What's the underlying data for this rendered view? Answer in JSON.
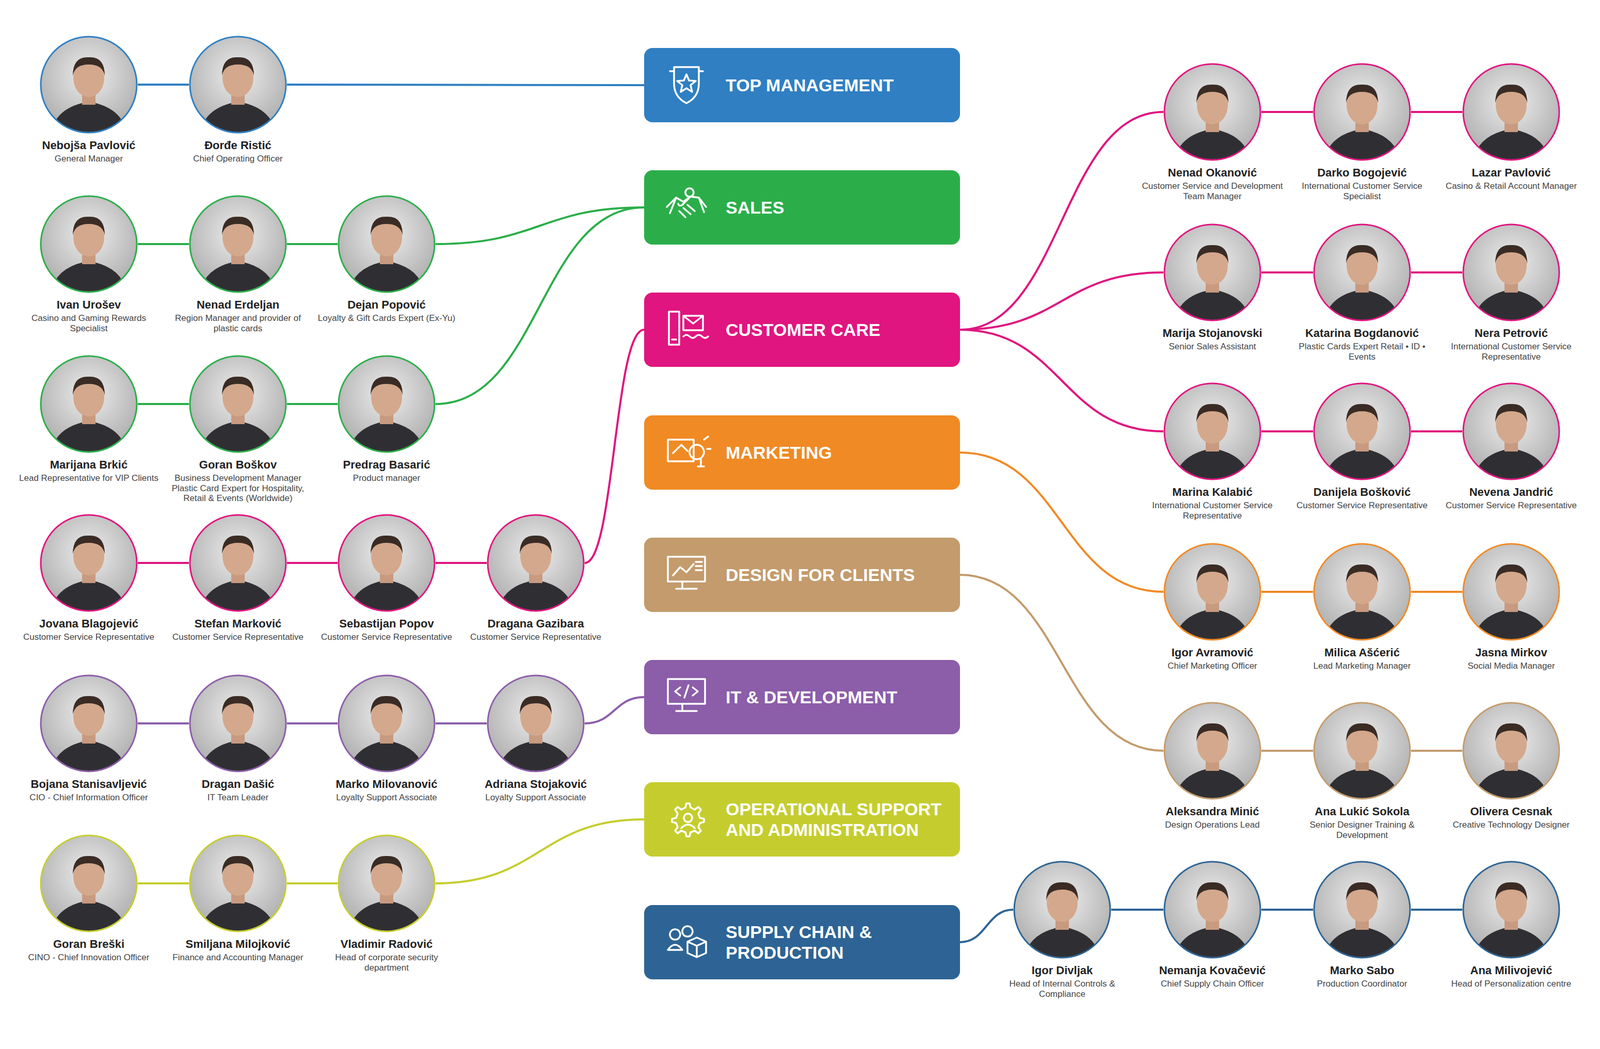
{
  "diagram": {
    "nodes": [
      {
        "text": [
          "TOP MANAGEMENT"
        ]
      },
      {
        "text": [
          "SALES"
        ]
      },
      {
        "text": [
          "CUSTOMER CARE"
        ]
      },
      {
        "text": [
          "MARKETING"
        ]
      },
      {
        "text": [
          "DESIGN FOR CLIENTS"
        ]
      },
      {
        "text": [
          "IT & DEVELOPMENT"
        ]
      },
      {
        "text": [
          "OPERATIONAL SUPPORT AND ADMINISTRATION"
        ]
      },
      {
        "text": [
          "SUPPLY CHAIN & PRODUCTION"
        ]
      },
      {
        "text": [
          "Nebojša Pavlović",
          "General Manager"
        ]
      },
      {
        "text": [
          "Đorđe Ristić",
          "Chief Operating Officer"
        ]
      },
      {
        "text": [
          "Ivan Urošev",
          "Casino and Gaming Rewards Specialist"
        ]
      },
      {
        "text": [
          "Nenad Erdeljan",
          "Region Manager and provider of plastic cards"
        ]
      },
      {
        "text": [
          "Dejan Popović",
          "Loyalty & Gift Cards Expert (Ex-Yu)"
        ]
      },
      {
        "text": [
          "Marijana Brkić",
          "Lead Representative for VIP Clients"
        ]
      },
      {
        "text": [
          "Goran Boškov",
          "Business Development Manager Plastic Card Expert for Hospitality, Retail & Events (Worldwide)"
        ]
      },
      {
        "text": [
          "Predrag Basarić",
          "Product manager"
        ]
      },
      {
        "text": [
          "Jovana Blagojević",
          "Customer Service Representative"
        ]
      },
      {
        "text": [
          "Stefan Marković",
          "Customer Service Representative"
        ]
      },
      {
        "text": [
          "Sebastijan Popov",
          "Customer Service Representative"
        ]
      },
      {
        "text": [
          "Dragana Gazibara",
          "Customer Service Representative"
        ]
      },
      {
        "text": [
          "Bojana Stanisavljević",
          "CIO - Chief Information Officer"
        ]
      },
      {
        "text": [
          "Dragan Dašić",
          "IT Team Leader"
        ]
      },
      {
        "text": [
          "Marko Milovanović",
          "Loyalty Support Associate"
        ]
      },
      {
        "text": [
          "Adriana Stojaković",
          "Loyalty Support Associate"
        ]
      },
      {
        "text": [
          "Goran Breški",
          "CINO - Chief Innovation Officer"
        ]
      },
      {
        "text": [
          "Smiljana Milojković",
          "Finance and Accounting Manager"
        ]
      },
      {
        "text": [
          "Vladimir Radović",
          "Head of corporate security department"
        ]
      },
      {
        "text": [
          "Nenad Okanović",
          "Customer Service and Development Team Manager"
        ]
      },
      {
        "text": [
          "Darko Bogojević",
          "International Customer Service Specialist"
        ]
      },
      {
        "text": [
          "Lazar Pavlović",
          "Casino & Retail Account Manager"
        ]
      },
      {
        "text": [
          "Marija Stojanovski",
          "Senior Sales Assistant"
        ]
      },
      {
        "text": [
          "Katarina Bogdanović",
          "Plastic Cards Expert Retail • ID • Events"
        ]
      },
      {
        "text": [
          "Nera Petrović",
          "International Customer Service Representative"
        ]
      },
      {
        "text": [
          "Marina Kalabić",
          "International Customer Service Representative"
        ]
      },
      {
        "text": [
          "Danijela Bošković",
          "Customer Service Representative"
        ]
      },
      {
        "text": [
          "Nevena Jandrić",
          "Customer Service Representative"
        ]
      },
      {
        "text": [
          "Igor Avramović",
          "Chief Marketing Officer"
        ]
      },
      {
        "text": [
          "Milica Ašćerić",
          "Lead Marketing Manager"
        ]
      },
      {
        "text": [
          "Jasna Mirkov",
          "Social Media Manager"
        ]
      },
      {
        "text": [
          "Aleksandra Minić",
          "Design Operations Lead"
        ]
      },
      {
        "text": [
          "Ana Lukić Sokola",
          "Senior Designer Training & Development"
        ]
      },
      {
        "text": [
          "Olivera Cesnak",
          "Creative Technology Designer"
        ]
      },
      {
        "text": [
          "Igor Divljak",
          "Head of Internal Controls & Compliance"
        ]
      },
      {
        "text": [
          "Nemanja Kovačević",
          "Chief Supply Chain Officer"
        ]
      },
      {
        "text": [
          "Marko Sabo",
          "Production Coordinator"
        ]
      },
      {
        "text": [
          "Ana Milivojević",
          "Head of Personalization centre"
        ]
      }
    ],
    "edges": [
      {
        "from": 8,
        "to": 9,
        "arrow": "none"
      },
      {
        "from": 9,
        "to": 0,
        "arrow": "none"
      },
      {
        "from": 10,
        "to": 11,
        "arrow": "none"
      },
      {
        "from": 11,
        "to": 12,
        "arrow": "none"
      },
      {
        "from": 12,
        "to": 1,
        "arrow": "none"
      },
      {
        "from": 13,
        "to": 14,
        "arrow": "none"
      },
      {
        "from": 14,
        "to": 15,
        "arrow": "none"
      },
      {
        "from": 15,
        "to": 1,
        "arrow": "none"
      },
      {
        "from": 16,
        "to": 17,
        "arrow": "none"
      },
      {
        "from": 17,
        "to": 18,
        "arrow": "none"
      },
      {
        "from": 18,
        "to": 19,
        "arrow": "none"
      },
      {
        "from": 19,
        "to": 2,
        "arrow": "none"
      },
      {
        "from": 20,
        "to": 21,
        "arrow": "none"
      },
      {
        "from": 21,
        "to": 22,
        "arrow": "none"
      },
      {
        "from": 22,
        "to": 23,
        "arrow": "none"
      },
      {
        "from": 23,
        "to": 5,
        "arrow": "none"
      },
      {
        "from": 24,
        "to": 25,
        "arrow": "none"
      },
      {
        "from": 25,
        "to": 26,
        "arrow": "none"
      },
      {
        "from": 26,
        "to": 6,
        "arrow": "none"
      },
      {
        "from": 2,
        "to": 27,
        "arrow": "none"
      },
      {
        "from": 27,
        "to": 28,
        "arrow": "none"
      },
      {
        "from": 28,
        "to": 29,
        "arrow": "none"
      },
      {
        "from": 2,
        "to": 30,
        "arrow": "none"
      },
      {
        "from": 30,
        "to": 31,
        "arrow": "none"
      },
      {
        "from": 31,
        "to": 32,
        "arrow": "none"
      },
      {
        "from": 2,
        "to": 33,
        "arrow": "none"
      },
      {
        "from": 33,
        "to": 34,
        "arrow": "none"
      },
      {
        "from": 34,
        "to": 35,
        "arrow": "none"
      },
      {
        "from": 3,
        "to": 36,
        "arrow": "none"
      },
      {
        "from": 36,
        "to": 37,
        "arrow": "none"
      },
      {
        "from": 37,
        "to": 38,
        "arrow": "none"
      },
      {
        "from": 4,
        "to": 39,
        "arrow": "none"
      },
      {
        "from": 39,
        "to": 40,
        "arrow": "none"
      },
      {
        "from": 40,
        "to": 41,
        "arrow": "none"
      },
      {
        "from": 7,
        "to": 42,
        "arrow": "none"
      },
      {
        "from": 42,
        "to": 43,
        "arrow": "none"
      },
      {
        "from": 43,
        "to": 44,
        "arrow": "none"
      },
      {
        "from": 44,
        "to": 45,
        "arrow": "none"
      }
    ]
  }
}
